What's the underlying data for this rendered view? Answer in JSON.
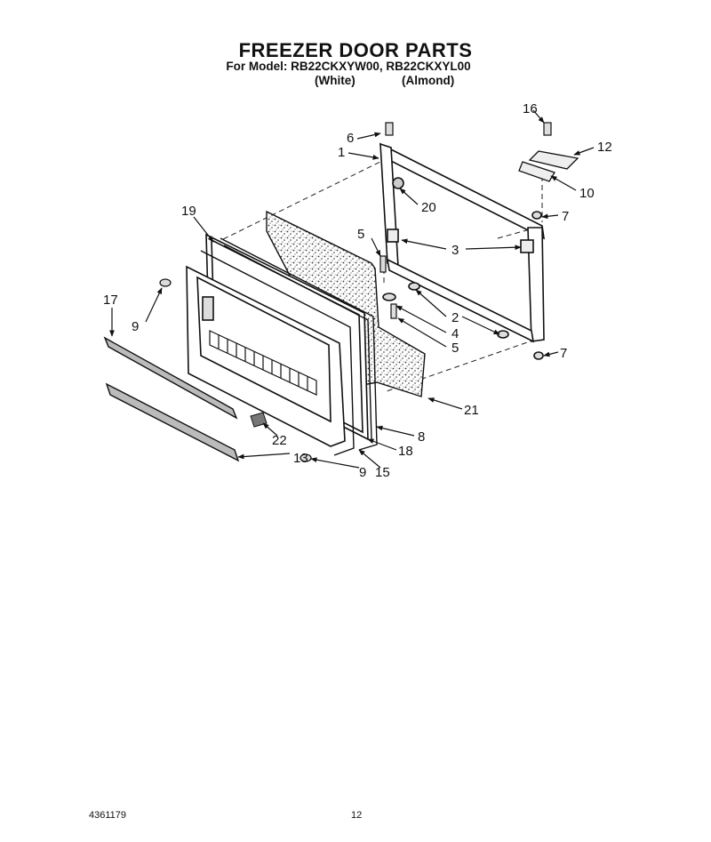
{
  "header": {
    "title": "FREEZER DOOR PARTS",
    "model_line": "For Model: RB22CKXYW00, RB22CKXYL00",
    "color_white": "(White)",
    "color_almond": "(Almond)"
  },
  "callouts": [
    "1",
    "2",
    "3",
    "4",
    "5",
    "5",
    "6",
    "7",
    "7",
    "8",
    "9",
    "9",
    "10",
    "12",
    "13",
    "15",
    "16",
    "17",
    "18",
    "19",
    "20",
    "21",
    "22"
  ],
  "footer": {
    "doc_number": "4361179",
    "page_number": "12"
  }
}
